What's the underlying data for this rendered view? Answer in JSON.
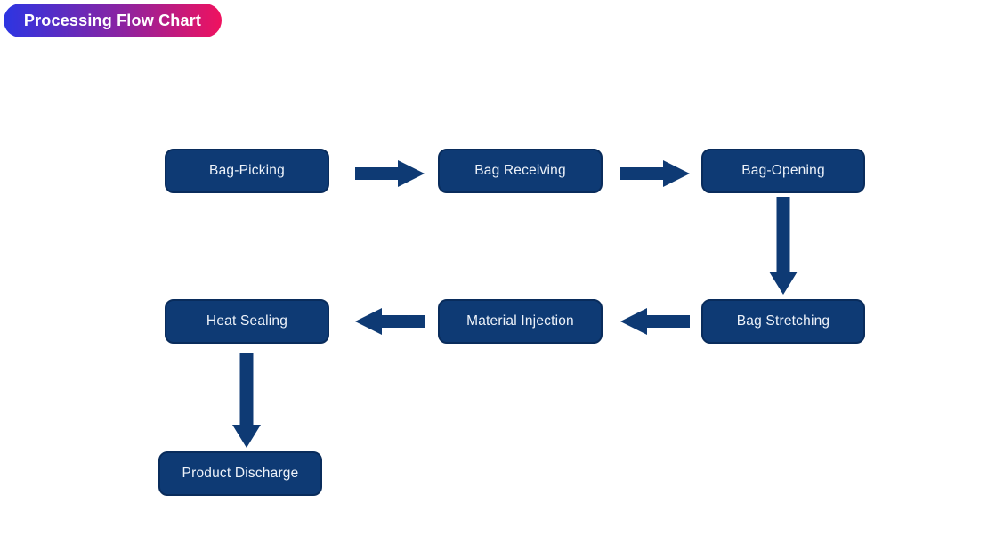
{
  "title": "Processing Flow Chart",
  "colors": {
    "badge_gradient_start": "#2c35e2",
    "badge_gradient_end": "#ef125f",
    "node_fill": "#0e3a74",
    "node_border": "#092c5c",
    "node_text": "#eef3fa",
    "background": "#ffffff"
  },
  "flowchart": {
    "nodes": [
      {
        "id": "bag-picking",
        "label": "Bag-Picking"
      },
      {
        "id": "bag-receiving",
        "label": "Bag Receiving"
      },
      {
        "id": "bag-opening",
        "label": "Bag-Opening"
      },
      {
        "id": "bag-stretching",
        "label": "Bag Stretching"
      },
      {
        "id": "material-injection",
        "label": "Material Injection"
      },
      {
        "id": "heat-sealing",
        "label": "Heat Sealing"
      },
      {
        "id": "product-discharge",
        "label": "Product Discharge"
      }
    ],
    "edges": [
      {
        "from": "bag-picking",
        "to": "bag-receiving",
        "direction": "right"
      },
      {
        "from": "bag-receiving",
        "to": "bag-opening",
        "direction": "right"
      },
      {
        "from": "bag-opening",
        "to": "bag-stretching",
        "direction": "down"
      },
      {
        "from": "bag-stretching",
        "to": "material-injection",
        "direction": "left"
      },
      {
        "from": "material-injection",
        "to": "heat-sealing",
        "direction": "left"
      },
      {
        "from": "heat-sealing",
        "to": "product-discharge",
        "direction": "down"
      }
    ]
  }
}
